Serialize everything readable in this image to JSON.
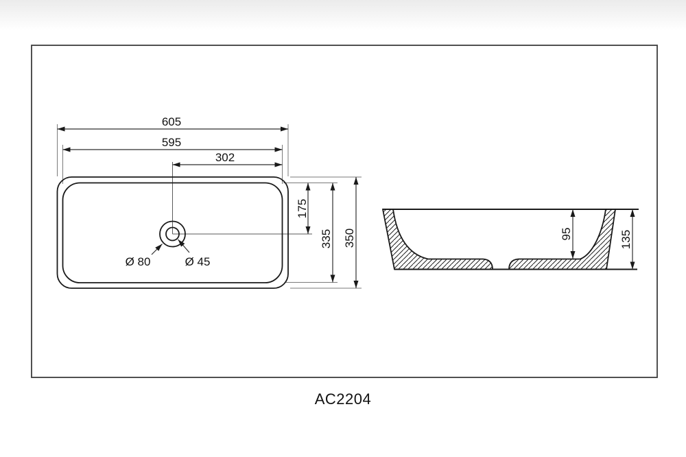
{
  "drawing": {
    "model": "AC2204",
    "colors": {
      "line": "#1a1a1a",
      "background": "#ffffff"
    },
    "plan_view": {
      "width_overall": "605",
      "width_inner": "595",
      "width_center_to_right": "302",
      "depth_top_to_center": "175",
      "depth_inner": "335",
      "depth_overall": "350",
      "drain_outer": "Ø 80",
      "drain_inner": "Ø 45"
    },
    "section_view": {
      "depth_inner": "95",
      "height_overall": "135"
    }
  }
}
